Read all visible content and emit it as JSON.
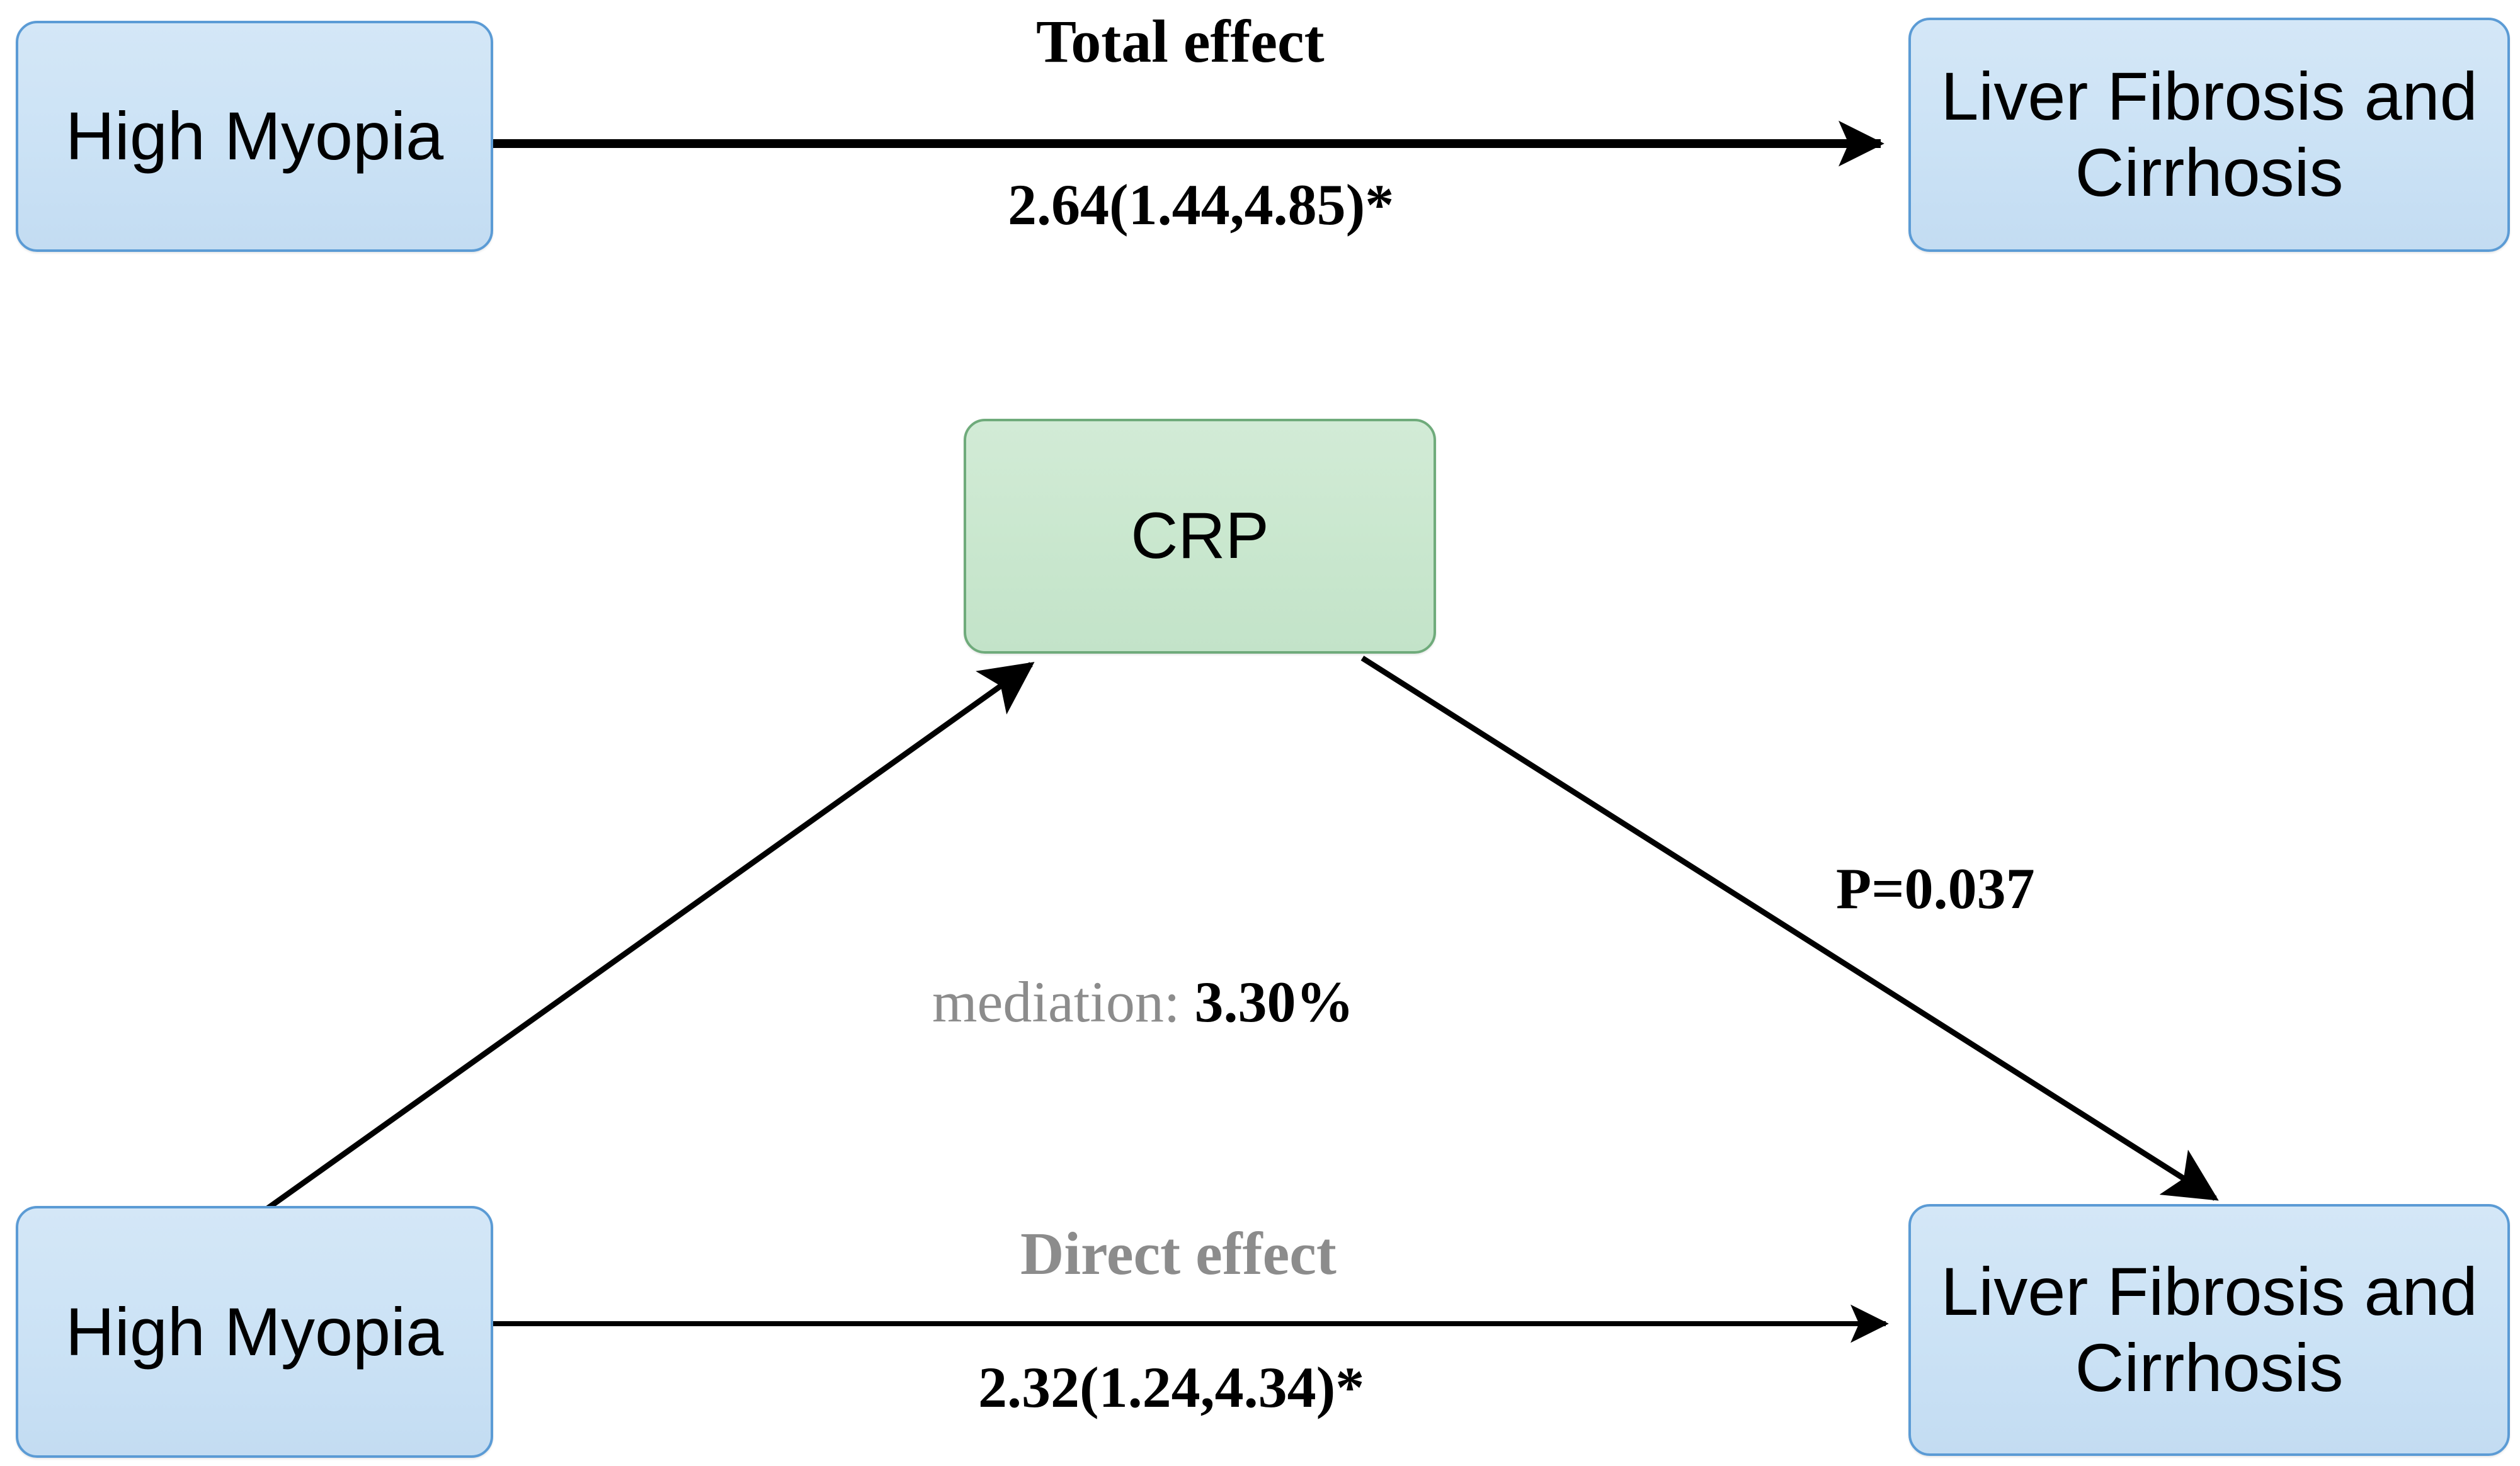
{
  "figure": {
    "type": "mediation-diagram",
    "background_color": "#ffffff",
    "node_blue_fill": "#cbe2f5",
    "node_blue_border": "#5b9bd5",
    "node_green_fill": "#c9e7ce",
    "node_green_border": "#6fab7b",
    "edge_color": "#000000",
    "muted_text_color": "#8c8c8c"
  },
  "top_panel": {
    "exposure_label": "High Myopia",
    "outcome_label": "Liver Fibrosis and Cirrhosis",
    "effect_name": "Total effect",
    "effect_value": "2.64(1.44,4.85)*"
  },
  "bottom_panel": {
    "exposure_label": "High Myopia",
    "mediator_label": "CRP",
    "outcome_label": "Liver Fibrosis and Cirrhosis",
    "effect_name": "Direct effect",
    "effect_value": "2.32(1.24,4.34)*",
    "mediator_outcome_pvalue": "P=0.037",
    "mediation_word": "mediation: ",
    "mediation_value": "3.30%"
  },
  "chart_data": {
    "type": "diagram",
    "title": "",
    "nodes": [
      {
        "id": "exposure_top",
        "label": "High Myopia",
        "color": "#cbe2f5",
        "panel": "top"
      },
      {
        "id": "outcome_top",
        "label": "Liver Fibrosis and Cirrhosis",
        "color": "#cbe2f5",
        "panel": "top"
      },
      {
        "id": "exposure_bottom",
        "label": "High Myopia",
        "color": "#cbe2f5",
        "panel": "bottom"
      },
      {
        "id": "mediator",
        "label": "CRP",
        "color": "#c9e7ce",
        "panel": "bottom"
      },
      {
        "id": "outcome_bottom",
        "label": "Liver Fibrosis and Cirrhosis",
        "color": "#cbe2f5",
        "panel": "bottom"
      }
    ],
    "edges": [
      {
        "from": "exposure_top",
        "to": "outcome_top",
        "name": "Total effect",
        "value": "2.64(1.44,4.85)*",
        "estimate": 2.64,
        "ci_low": 1.44,
        "ci_high": 4.85,
        "significant": true,
        "style": "thick-horizontal"
      },
      {
        "from": "exposure_bottom",
        "to": "mediator",
        "name": "a path",
        "value": "",
        "style": "thin-diagonal-up"
      },
      {
        "from": "mediator",
        "to": "outcome_bottom",
        "name": "b path",
        "value": "P=0.037",
        "p_value": 0.037,
        "style": "thin-diagonal-down"
      },
      {
        "from": "exposure_bottom",
        "to": "outcome_bottom",
        "name": "Direct effect",
        "value": "2.32(1.24,4.34)*",
        "estimate": 2.32,
        "ci_low": 1.24,
        "ci_high": 4.34,
        "significant": true,
        "style": "thin-horizontal"
      }
    ],
    "annotations": [
      {
        "text": "mediation: 3.30%",
        "proportion_mediated_percent": 3.3
      }
    ]
  }
}
